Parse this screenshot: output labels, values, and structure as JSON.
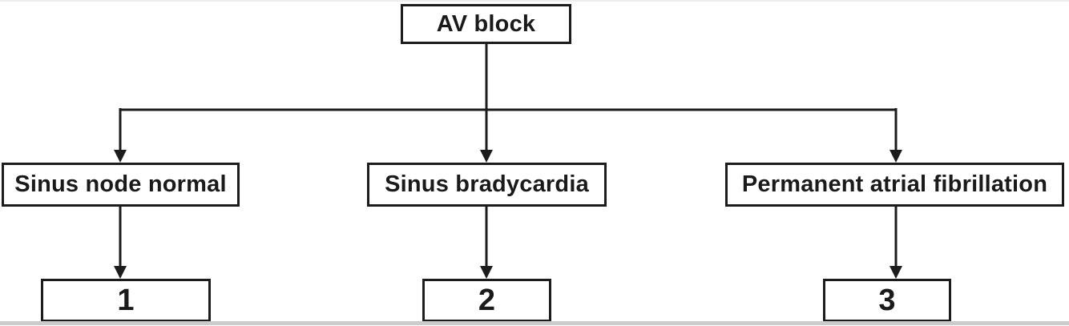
{
  "diagram": {
    "root": {
      "label": "AV block"
    },
    "branches": [
      {
        "label": "Sinus node normal",
        "outcome": "1"
      },
      {
        "label": "Sinus bradycardia",
        "outcome": "2"
      },
      {
        "label": "Permanent atrial fibrillation",
        "outcome": "3"
      }
    ],
    "colors": {
      "line": "#1c1c1c",
      "background": "#ffffff",
      "bottom_strip": "#cbcbcb"
    }
  }
}
